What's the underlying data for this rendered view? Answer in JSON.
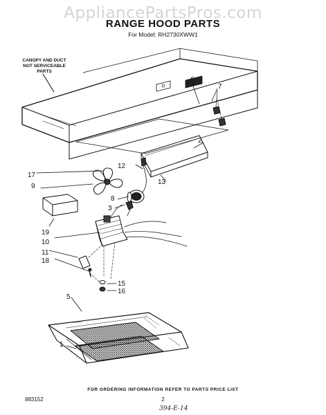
{
  "watermark": "AppliancePartsPros.com",
  "title": "RANGE HOOD PARTS",
  "model_line": "For Model: RH2730XWW1",
  "note": {
    "line1": "CANOPY AND DUCT",
    "line2": "NOT SERVICEABLE",
    "line3": "PARTS"
  },
  "callouts": {
    "c1": "1",
    "c2": "2",
    "c3": "3",
    "c5": "5",
    "c6": "6",
    "c7": "7",
    "c8": "8",
    "c9": "9",
    "c10": "10",
    "c11": "11",
    "c12": "12",
    "c13": "13",
    "c15": "15",
    "c16": "16",
    "c17": "17",
    "c18": "18",
    "c19": "19"
  },
  "footer": "FOR ORDERING INFORMATION REFER TO PARTS PRICE LIST",
  "part_number": "883152",
  "page_number": "2",
  "handwritten": "394-E-14"
}
